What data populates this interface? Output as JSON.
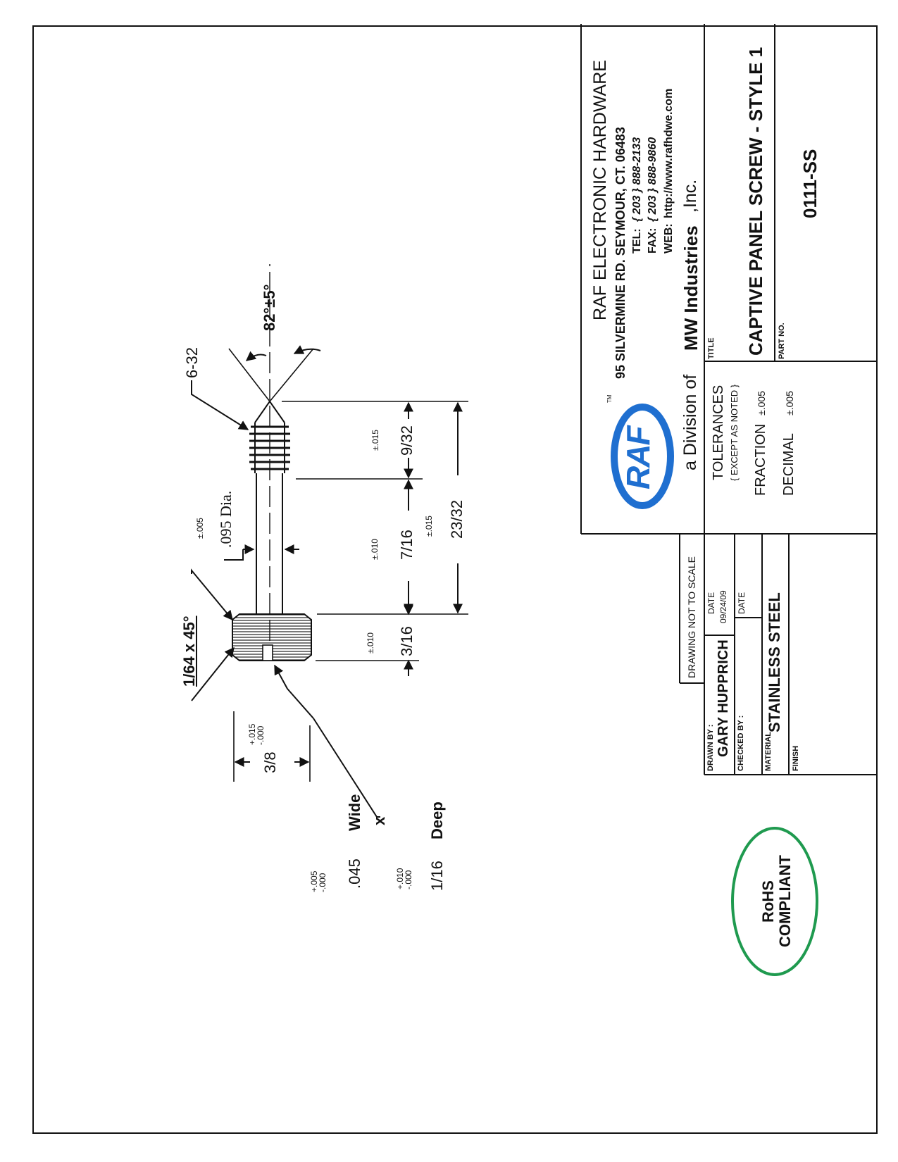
{
  "company": {
    "name": "RAF ELECTRONIC HARDWARE",
    "address": "95 SILVERMINE RD. SEYMOUR, CT. 06483",
    "tel_label": "TEL:",
    "tel": "{ 203 } 888-2133",
    "fax_label": "FAX:",
    "fax": "{ 203 } 888-9860",
    "web_label": "WEB:",
    "web": "http://www.rafhdwe.com",
    "logo_text": "RAF",
    "tm": "TM",
    "division_prefix": "a Division of",
    "division_name": "MW Industries",
    "division_suffix": ",Inc.",
    "logo_color": "#1f6fd0"
  },
  "title_block": {
    "title_label": "TITLE",
    "title": "CAPTIVE PANEL SCREW - STYLE 1",
    "part_label": "PART NO.",
    "part_no": "0111-SS",
    "tolerances_label": "TOLERANCES",
    "tolerances_note": "{ EXCEPT AS NOTED }",
    "fraction_label": "FRACTION",
    "fraction_tol": "±.005",
    "decimal_label": "DECIMAL",
    "decimal_tol": "±.005",
    "scale_note": "DRAWING NOT TO SCALE",
    "drawn_by_label": "DRAWN BY :",
    "drawn_by": "GARY HUPPRICH",
    "date_label": "DATE",
    "date": "09/24/09",
    "checked_by_label": "CHECKED BY :",
    "checked_date_label": "DATE",
    "material_label": "MATERIAL",
    "material": "STAINLESS STEEL",
    "finish_label": "FINISH"
  },
  "rohs": {
    "line1": "RoHS",
    "line2": "COMPLIANT",
    "color": "#1f9a4f"
  },
  "dimensions": {
    "thread": "6-32",
    "angle": "82°±5°",
    "shank_dia": ".095 Dia.",
    "shank_dia_tol": "±.005",
    "chamfer": "1/64 x 45°",
    "head_len": "3/16",
    "head_len_tol": "±.010",
    "shank_len": "7/16",
    "shank_len_tol": "±.010",
    "thread_len": "9/32",
    "thread_len_tol": "±.015",
    "overall_len": "23/32",
    "overall_len_tol": "±.015",
    "head_dia": "3/8",
    "head_dia_tol_plus": "+.015",
    "head_dia_tol_minus": "-.000",
    "slot_width": ".045",
    "slot_width_label": "Wide",
    "slot_width_tol_plus": "+.005",
    "slot_width_tol_minus": "-.000",
    "slot_x": "x",
    "slot_depth": "1/16",
    "slot_depth_label": "Deep",
    "slot_depth_tol_plus": "+.010",
    "slot_depth_tol_minus": "-.000"
  }
}
